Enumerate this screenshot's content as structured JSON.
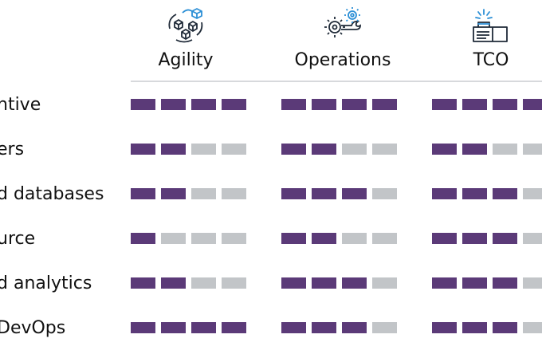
{
  "columns": [
    {
      "title": "Agility",
      "icon": "modular-cubes-icon"
    },
    {
      "title": "Operations",
      "icon": "gears-wrench-icon"
    },
    {
      "title": "TCO",
      "icon": "receipt-sparkle-icon"
    }
  ],
  "rows": [
    {
      "label": "ntive",
      "ratings": [
        4,
        4,
        4
      ]
    },
    {
      "label": "ers",
      "ratings": [
        2,
        2,
        2
      ]
    },
    {
      "label": "d databases",
      "ratings": [
        2,
        3,
        3
      ]
    },
    {
      "label": "urce",
      "ratings": [
        1,
        2,
        3
      ]
    },
    {
      "label": "d analytics",
      "ratings": [
        2,
        3,
        3
      ]
    },
    {
      "label": "DevOps",
      "ratings": [
        4,
        3,
        3
      ]
    }
  ],
  "scale_max": 4,
  "colors": {
    "filled": "#5b3a78",
    "empty": "#c2c5c8",
    "icon_stroke": "#1f2a38",
    "icon_accent": "#2b8fd6"
  }
}
